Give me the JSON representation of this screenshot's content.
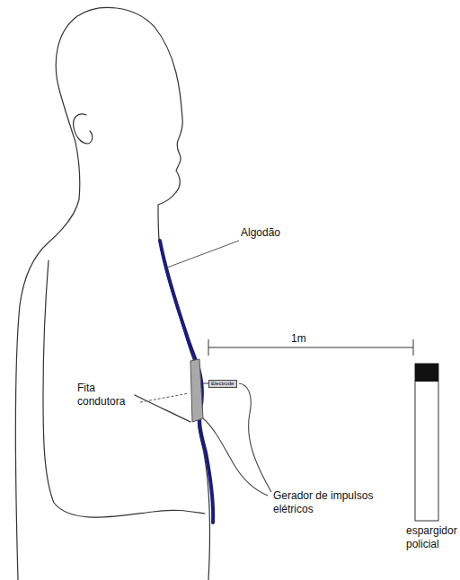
{
  "diagram": {
    "nodes": [
      {
        "text": [
          "Electrode"
        ]
      }
    ],
    "labels": [
      "Algodão",
      "1m",
      "Fita condutora",
      "espargidor policial",
      "Gerador de impulsos elétricos"
    ]
  }
}
